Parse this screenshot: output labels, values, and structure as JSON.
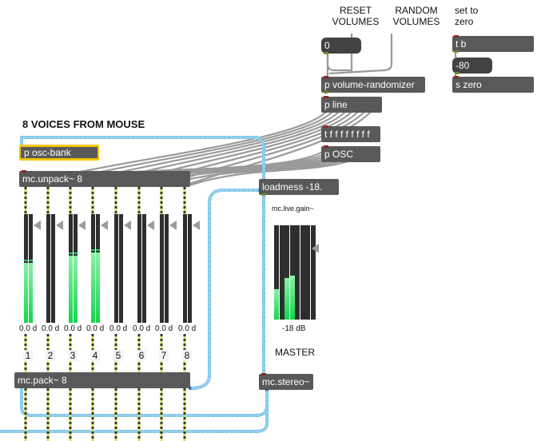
{
  "labels": {
    "reset": "RESET\nVOLUMES",
    "random": "RANDOM\nVOLUMES",
    "setzero": "set to\nzero",
    "title": "8 VOICES FROM MOUSE",
    "master": "MASTER",
    "gain_title": "mc.live.gain~",
    "gain_value": "-18 dB"
  },
  "objects": {
    "reset_msg": "0",
    "tb": "t b",
    "minus80": "-80",
    "szero": "s zero",
    "randomizer": "p volume-randomizer",
    "pline": "p line",
    "tfff": "t f f f f f f f f",
    "posc": "p OSC",
    "oscbank": "p osc-bank",
    "unpack": "mc.unpack~ 8",
    "loadmess": "loadmess -18.",
    "pack": "mc.pack~ 8",
    "stereo": "mc.stereo~"
  },
  "voices": [
    {
      "n": "1",
      "value": "0.0 d",
      "level": 0.55
    },
    {
      "n": "2",
      "value": "0.0 d",
      "level": 0.0
    },
    {
      "n": "3",
      "value": "0.0 d",
      "level": 0.62
    },
    {
      "n": "4",
      "value": "0.0 d",
      "level": 0.65
    },
    {
      "n": "5",
      "value": "0.0 d",
      "level": 0.0
    },
    {
      "n": "6",
      "value": "0.0 d",
      "level": 0.0
    },
    {
      "n": "7",
      "value": "0.0 d",
      "level": 0.0
    },
    {
      "n": "8",
      "value": "0.0 d",
      "level": 0.0
    }
  ],
  "gain_levels": [
    0.32,
    0.0,
    0.44,
    0.47,
    0.0,
    0.0,
    0.0,
    0.0
  ],
  "colors": {
    "object": "#595959",
    "meter_fill": "#14d64e",
    "selection": "#f4c400",
    "mc_patchcord": "#6aa8cf",
    "audio_patchcord": "#c4c86a",
    "control_patchcord": "#9a9a9a"
  }
}
